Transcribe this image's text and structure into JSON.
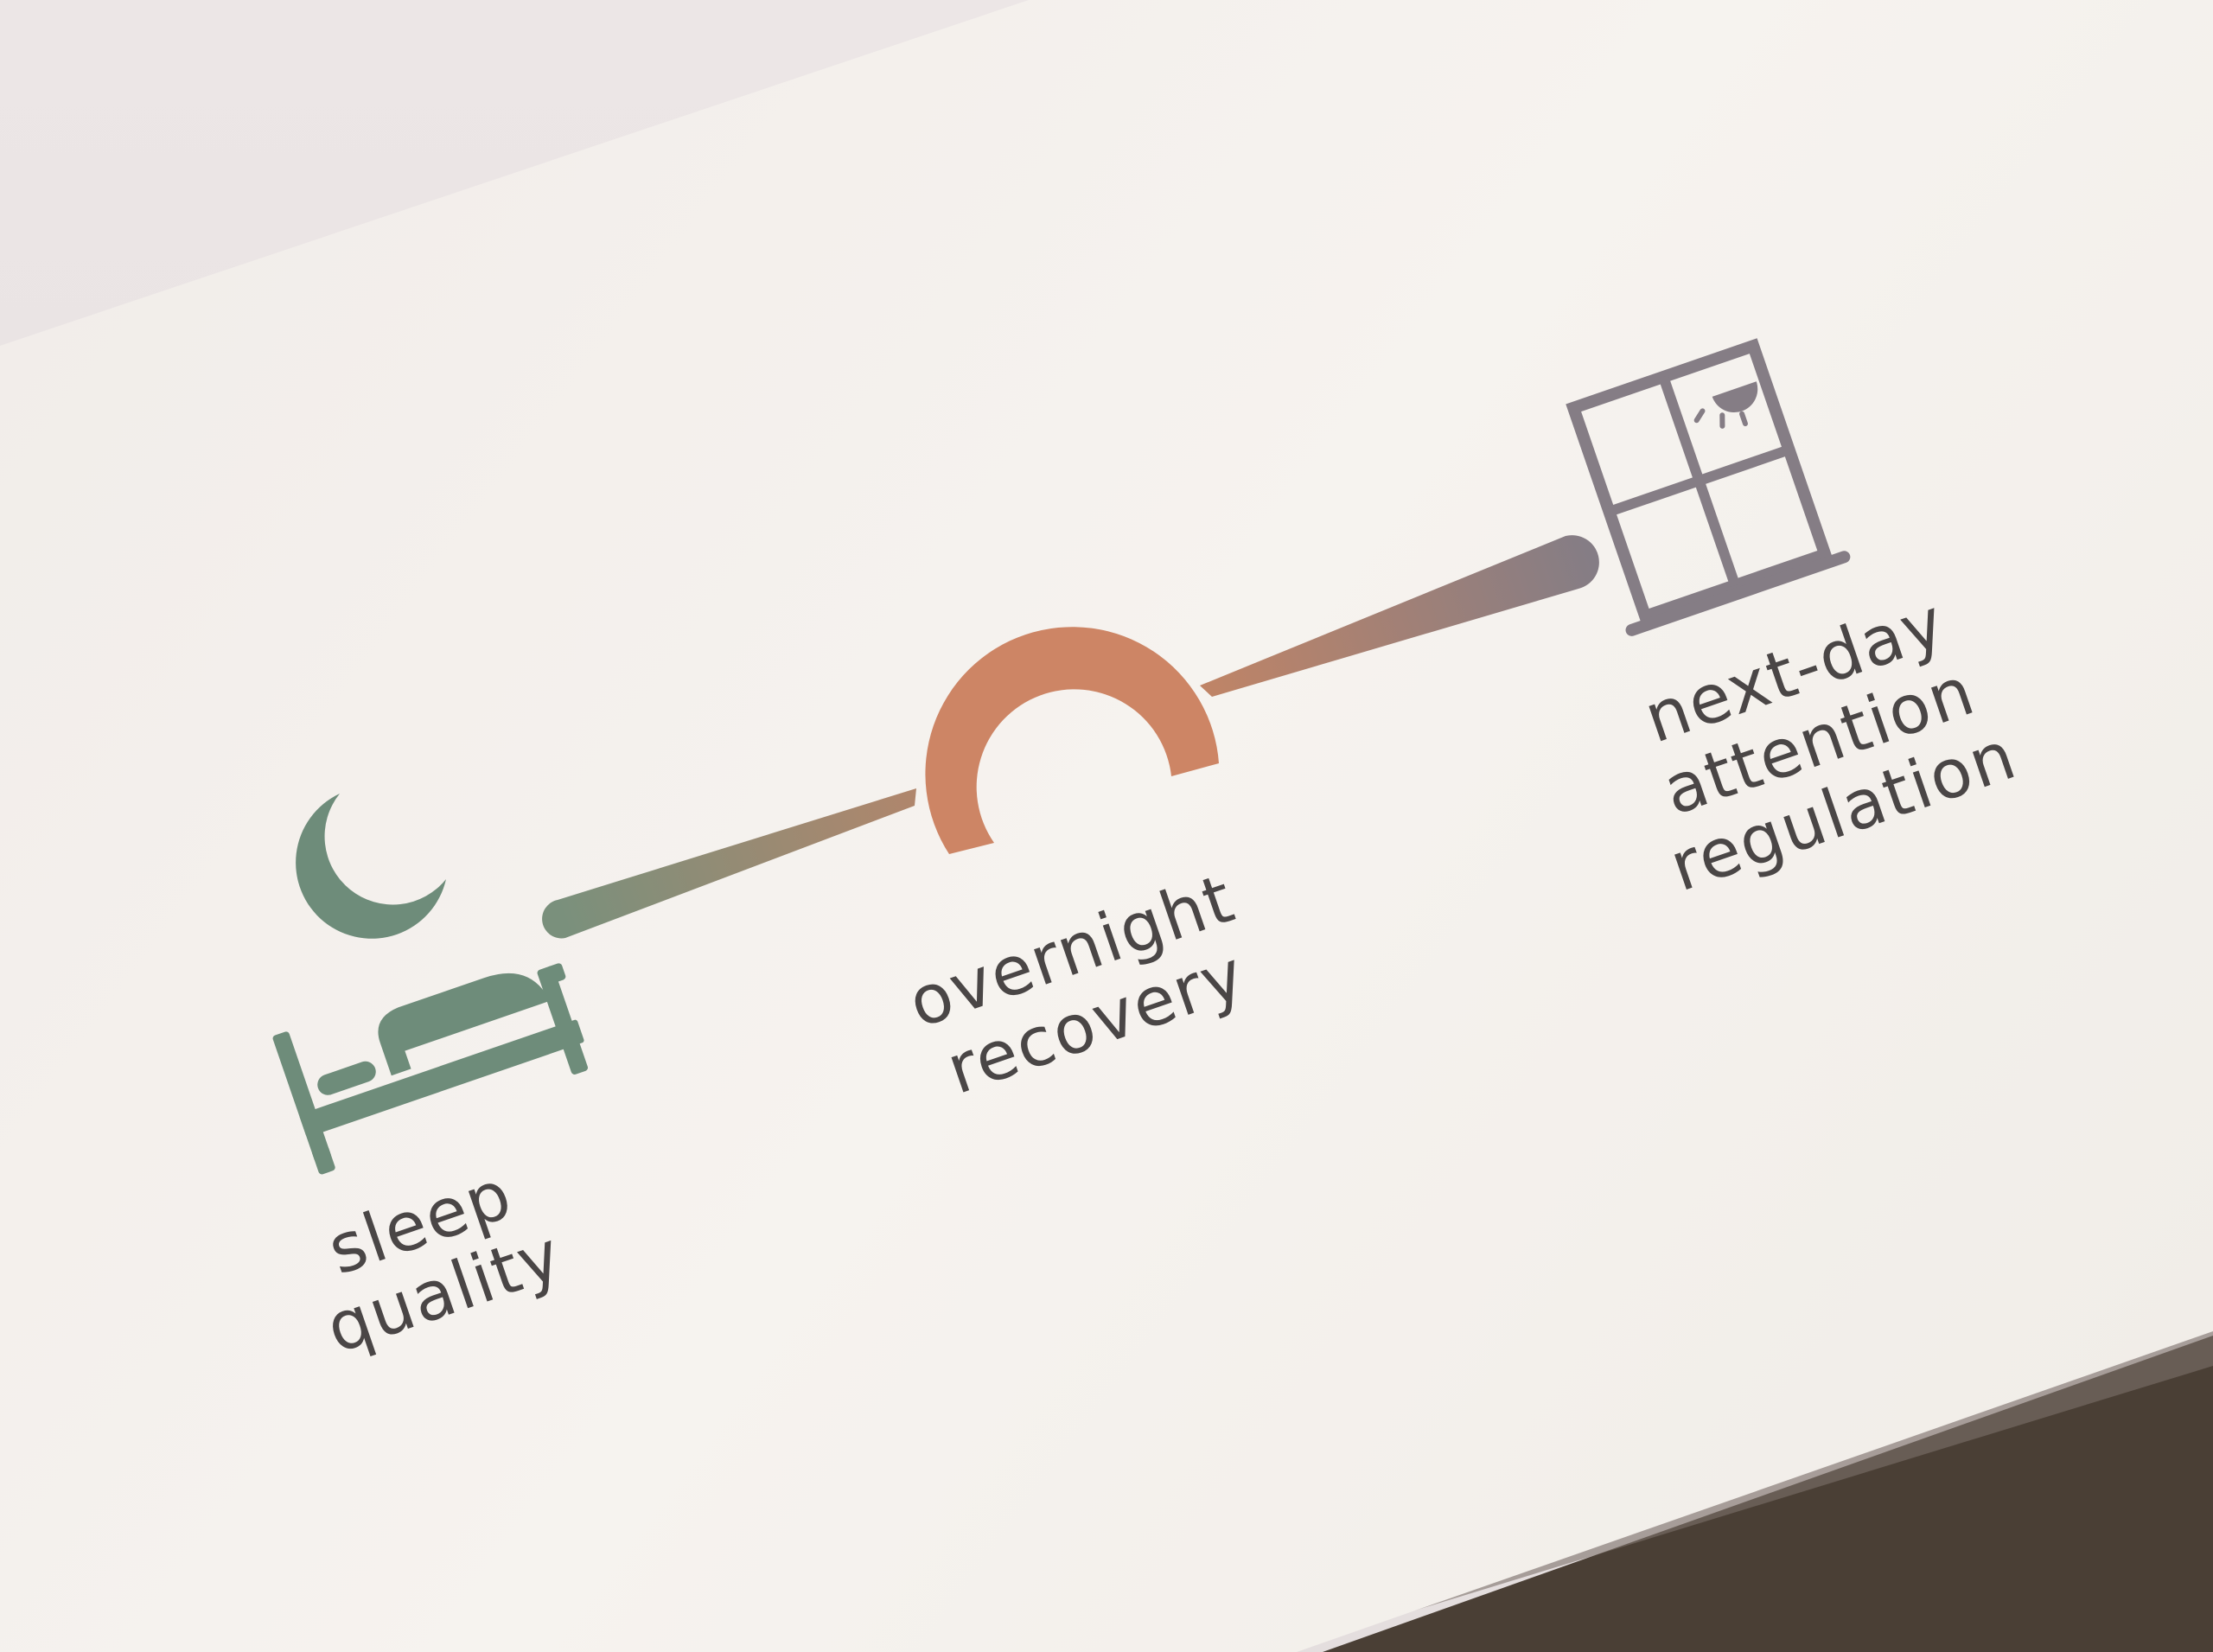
{
  "diagram": {
    "steps": [
      {
        "id": "sleep",
        "label_line1": "sleep",
        "label_line2": "quality",
        "icon": "bed-moon-icon",
        "color": "#6e8c7a"
      },
      {
        "id": "recovery",
        "label_line1": "overnight",
        "label_line2": "recovery",
        "icon": "half-ring-icon",
        "color": "#cd8565"
      },
      {
        "id": "attention",
        "label_line1": "next-day",
        "label_line2": "attention",
        "label_line3": "regulation",
        "icon": "window-sun-icon",
        "color": "#857d85"
      }
    ]
  },
  "colors": {
    "background": "#e6e0e0",
    "paper": "#f7f4f0",
    "text": "#4a4646",
    "shadow": "#4a3f35"
  }
}
